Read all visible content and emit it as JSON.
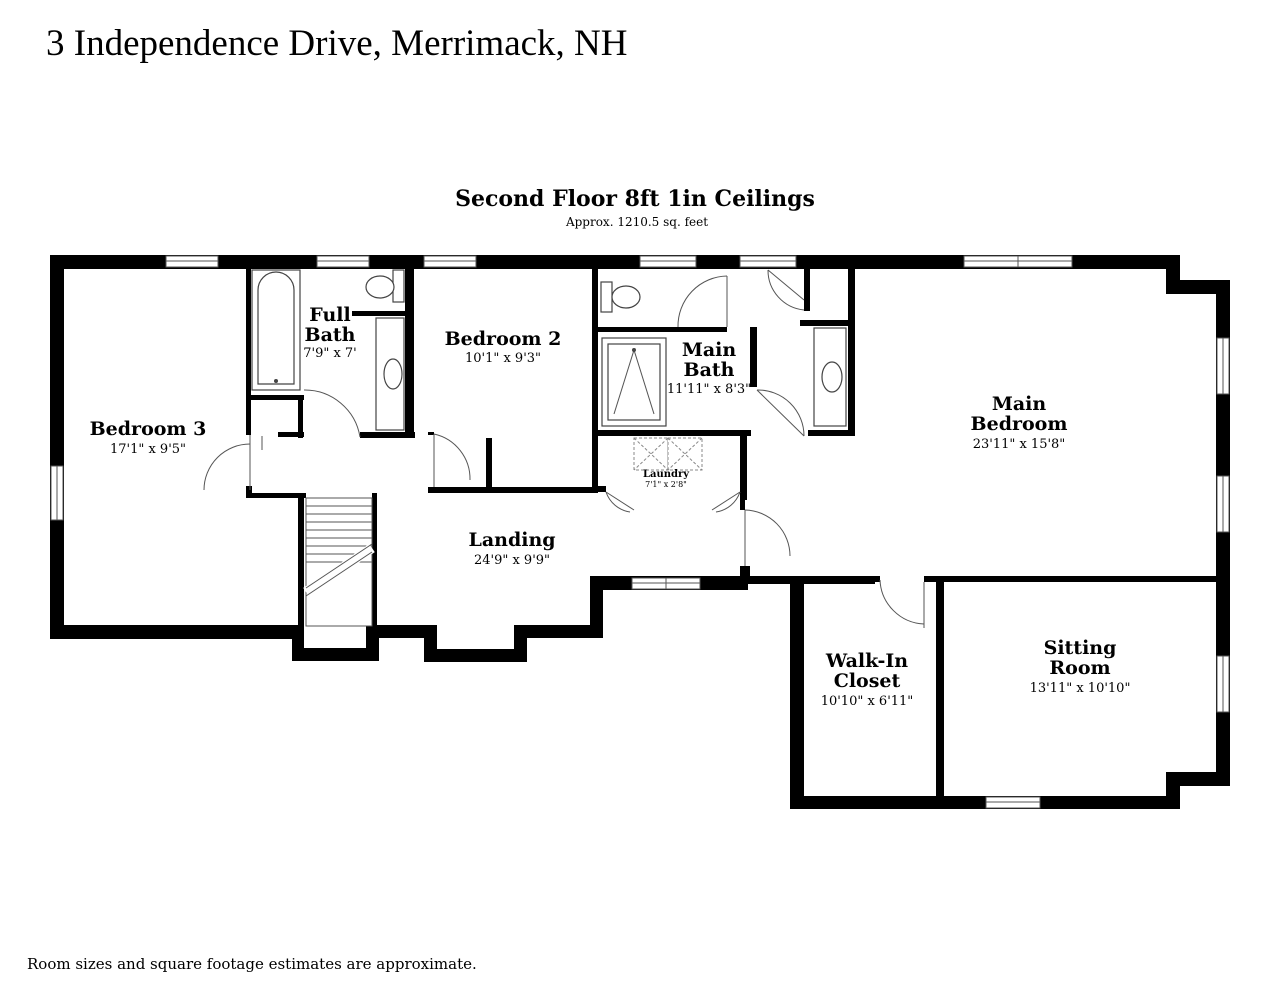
{
  "address": "3 Independence Drive, Merrimack, NH",
  "floor": {
    "title": "Second Floor 8ft 1in Ceilings",
    "area": "Approx. 1210.5 sq. feet"
  },
  "rooms": {
    "bedroom3": {
      "name": "Bedroom 3",
      "dims": "17'1\" x 9'5\""
    },
    "full_bath": {
      "name_line1": "Full",
      "name_line2": "Bath",
      "dims": "7'9\" x 7'"
    },
    "bedroom2": {
      "name": "Bedroom 2",
      "dims": "10'1\" x 9'3\""
    },
    "main_bath": {
      "name_line1": "Main",
      "name_line2": "Bath",
      "dims": "11'11\" x 8'3\""
    },
    "main_bedroom": {
      "name_line1": "Main",
      "name_line2": "Bedroom",
      "dims": "23'11\" x 15'8\""
    },
    "laundry": {
      "name": "Laundry",
      "dims": "7'1\" x 2'8\""
    },
    "landing": {
      "name": "Landing",
      "dims": "24'9\" x 9'9\""
    },
    "walk_in_closet": {
      "name_line1": "Walk-In",
      "name_line2": "Closet",
      "dims": "10'10\" x 6'11\""
    },
    "sitting_room": {
      "name_line1": "Sitting",
      "name_line2": "Room",
      "dims": "13'11\" x 10'10\""
    }
  },
  "disclaimer": "Room sizes and square footage estimates are approximate."
}
